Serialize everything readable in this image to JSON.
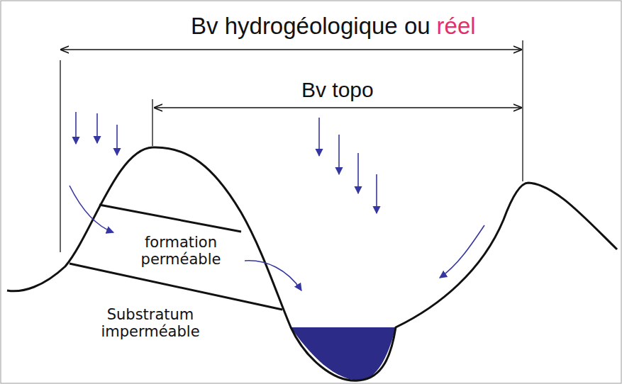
{
  "diagram": {
    "labels": [
      "Bv hydrogéologique ou",
      "réel",
      "Bv topo",
      "formation perméable",
      "Substratum imperméable"
    ]
  }
}
